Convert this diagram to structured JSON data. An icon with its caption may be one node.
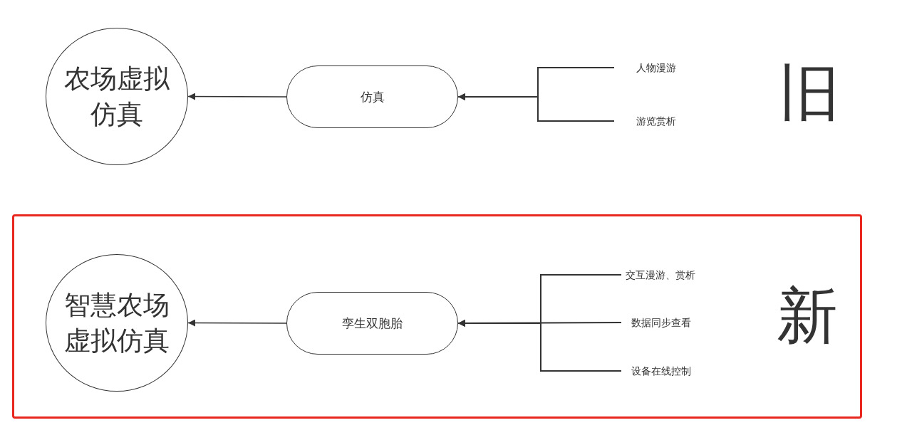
{
  "diagram": {
    "nodes": [
      {
        "text": [
          "农场虚拟仿真"
        ]
      },
      {
        "text": [
          "仿真"
        ]
      },
      {
        "text": [
          "人物漫游"
        ]
      },
      {
        "text": [
          "游览赏析"
        ]
      },
      {
        "text": [],
        "shape": "box"
      },
      {
        "text": [
          "智慧农场虚拟仿真"
        ],
        "in": 4
      },
      {
        "text": [
          "孪生双胞胎"
        ],
        "in": 4
      },
      {
        "text": [
          "交互漫游、赏析"
        ],
        "in": 4
      },
      {
        "text": [
          "数据同步查看"
        ],
        "in": 4
      },
      {
        "text": [
          "设备在线控制"
        ],
        "in": 4
      }
    ],
    "edges": [
      {
        "from": 1,
        "to": 0,
        "arrow": "to"
      },
      {
        "from": 2,
        "to": 1,
        "arrow": "to"
      },
      {
        "from": 3,
        "to": 1,
        "arrow": "to"
      },
      {
        "from": 6,
        "to": 5,
        "arrow": "to"
      },
      {
        "from": 7,
        "to": 6,
        "arrow": "to"
      },
      {
        "from": 8,
        "to": 6,
        "arrow": "to"
      },
      {
        "from": 9,
        "to": 6,
        "arrow": "to"
      }
    ],
    "labels": [
      "旧",
      "新"
    ]
  }
}
